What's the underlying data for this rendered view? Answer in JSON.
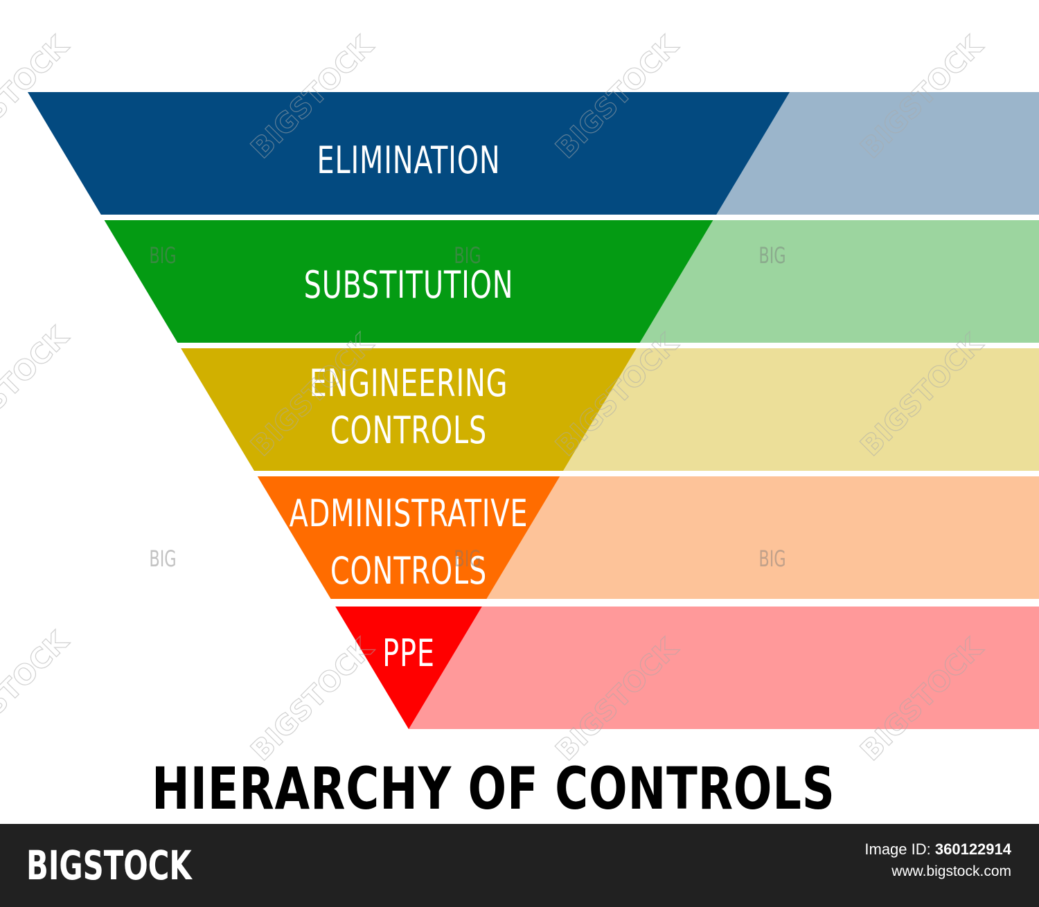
{
  "diagram": {
    "title": "HIERARCHY OF CONTROLS",
    "layers": [
      {
        "label": [
          "ELIMINATION"
        ],
        "color": "#034a80",
        "band_color": "#9bb5cb"
      },
      {
        "label": [
          "SUBSTITUTION"
        ],
        "color": "#049b13",
        "band_color": "#9cd59f"
      },
      {
        "label": [
          "ENGINEERING",
          "CONTROLS"
        ],
        "color": "#d1b000",
        "band_color": "#ecdf99"
      },
      {
        "label": [
          "ADMINISTRATIVE",
          "CONTROLS"
        ],
        "color": "#ff6c00",
        "band_color": "#fdc399"
      },
      {
        "label": [
          "PPE"
        ],
        "color": "#ff0000",
        "band_color": "#ff999a"
      }
    ]
  },
  "watermark": {
    "big": "BIG",
    "brand": "BIGSTOCK"
  },
  "footer": {
    "brand": "BIGSTOCK",
    "image_id_label": "Image ID:",
    "image_id": "360122914",
    "site": "www.bigstock.com"
  }
}
